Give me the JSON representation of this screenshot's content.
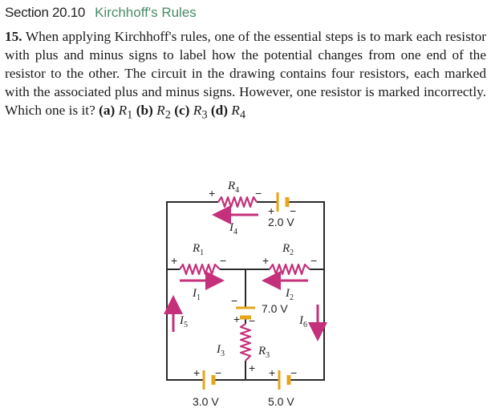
{
  "header": {
    "section_label": "Section 20.10",
    "section_title": "Kirchhoff's Rules"
  },
  "problem": {
    "number": "15.",
    "text": "When applying Kirchhoff's rules, one of the essential steps is to mark each resistor with plus and minus signs to label how the potential changes from one end of the resistor to the other. The circuit in the drawing contains four resistors, each marked with the associated plus and minus signs. However, one resistor is marked incorrectly. Which one is it?",
    "choices": [
      {
        "letter": "(a)",
        "sym": "R",
        "sub": "1"
      },
      {
        "letter": "(b)",
        "sym": "R",
        "sub": "2"
      },
      {
        "letter": "(c)",
        "sym": "R",
        "sub": "3"
      },
      {
        "letter": "(d)",
        "sym": "R",
        "sub": "4"
      }
    ]
  },
  "circuit": {
    "colors": {
      "wire": "#2a2a2a",
      "resistor": "#c4307a",
      "arrow": "#c4307a",
      "battery": "#e6a51a"
    },
    "resistors": {
      "r4": {
        "sym": "R",
        "sub": "4",
        "left_sign": "+",
        "right_sign": "−"
      },
      "r1": {
        "sym": "R",
        "sub": "1",
        "left_sign": "+",
        "right_sign": "−"
      },
      "r2": {
        "sym": "R",
        "sub": "2",
        "left_sign": "+",
        "right_sign": "−"
      },
      "r3": {
        "sym": "R",
        "sub": "3",
        "top_sign": "−",
        "bottom_sign": "+"
      }
    },
    "currents": {
      "i4": {
        "sym": "I",
        "sub": "4"
      },
      "i1": {
        "sym": "I",
        "sub": "1"
      },
      "i2": {
        "sym": "I",
        "sub": "2"
      },
      "i3": {
        "sym": "I",
        "sub": "3"
      },
      "i5": {
        "sym": "I",
        "sub": "5"
      },
      "i6": {
        "sym": "I",
        "sub": "6"
      }
    },
    "batteries": {
      "b_top": {
        "voltage": "2.0 V",
        "plus": "+",
        "minus": "−"
      },
      "b_mid": {
        "voltage": "7.0 V",
        "plus": "+",
        "minus": "−"
      },
      "b_left": {
        "voltage": "3.0 V",
        "plus": "+",
        "minus": "−"
      },
      "b_right": {
        "voltage": "5.0 V",
        "plus": "+",
        "minus": "−"
      }
    }
  }
}
